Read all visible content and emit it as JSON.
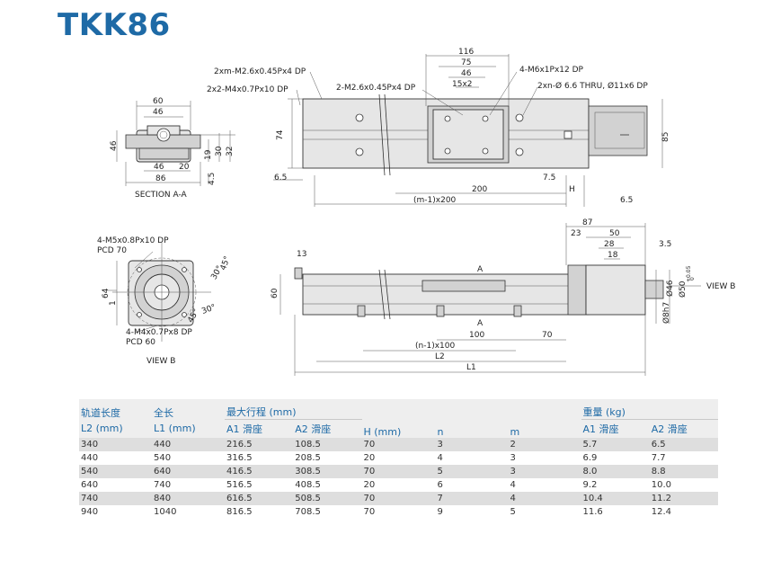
{
  "title": "TKK86",
  "labels": {
    "top_holes_1": "2xm-M2.6x0.45Px4 DP",
    "top_holes_2": "2x2-M4x0.7Px10 DP",
    "top_holes_3": "2-M2.6x0.45Px4 DP",
    "top_holes_4": "4-M6x1Px12 DP",
    "top_holes_5": "2xn-Ø 6.6 THRU, Ø11x6 DP",
    "section_aa": "SECTION A-A",
    "viewb_holes_1": "4-M5x0.8Px10 DP",
    "viewb_pcd_1": "PCD 70",
    "viewb_holes_2": "4-M4x0.7Px8 DP",
    "viewb_pcd_2": "PCD 60",
    "view_b": "VIEW B",
    "view_b_arrow": "VIEW B",
    "a_top": "A",
    "a_bottom": "A"
  },
  "dims": {
    "d116": "116",
    "d75": "75",
    "d46a": "46",
    "d15x2": "15x2",
    "d74": "74",
    "d85": "85",
    "d6_5a": "6.5",
    "d200": "200",
    "d7_5": "7.5",
    "dH": "H",
    "dm1x200": "(m-1)x200",
    "d6_5b": "6.5",
    "s60": "60",
    "s46a": "46",
    "s46b": "46",
    "s20": "20",
    "s86": "86",
    "s19": "19",
    "s30": "30",
    "s32": "32",
    "s4_5": "4.5",
    "d87": "87",
    "d23": "23",
    "d50": "50",
    "d28": "28",
    "d18": "18",
    "d3_5": "3.5",
    "d13": "13",
    "d60": "60",
    "d100": "100",
    "d70": "70",
    "dn1x100": "(n-1)x100",
    "dL2": "L2",
    "dL1": "L1",
    "d8h7": "Ø8h7",
    "d46c": "Ø46",
    "d50h": "Ø50",
    "d50tol": "+0.05",
    "d50tol2": "0",
    "v64": "64",
    "v1": "1",
    "v45a": "45°",
    "v30a": "30°",
    "v30b": "30°",
    "v45b": "45°"
  },
  "table": {
    "head1": [
      "轨道长度",
      "全长",
      "最大行程 (mm)",
      "H (mm)",
      "n",
      "m",
      "重量 (kg)"
    ],
    "head2": [
      "L2 (mm)",
      "L1 (mm)",
      "A1 滑座",
      "A2 滑座",
      "A1 滑座",
      "A2 滑座"
    ],
    "rows": [
      [
        "340",
        "440",
        "216.5",
        "108.5",
        "70",
        "3",
        "2",
        "5.7",
        "6.5"
      ],
      [
        "440",
        "540",
        "316.5",
        "208.5",
        "20",
        "4",
        "3",
        "6.9",
        "7.7"
      ],
      [
        "540",
        "640",
        "416.5",
        "308.5",
        "70",
        "5",
        "3",
        "8.0",
        "8.8"
      ],
      [
        "640",
        "740",
        "516.5",
        "408.5",
        "20",
        "6",
        "4",
        "9.2",
        "10.0"
      ],
      [
        "740",
        "840",
        "616.5",
        "508.5",
        "70",
        "7",
        "4",
        "10.4",
        "11.2"
      ],
      [
        "940",
        "1040",
        "816.5",
        "708.5",
        "70",
        "9",
        "5",
        "11.6",
        "12.4"
      ]
    ]
  }
}
